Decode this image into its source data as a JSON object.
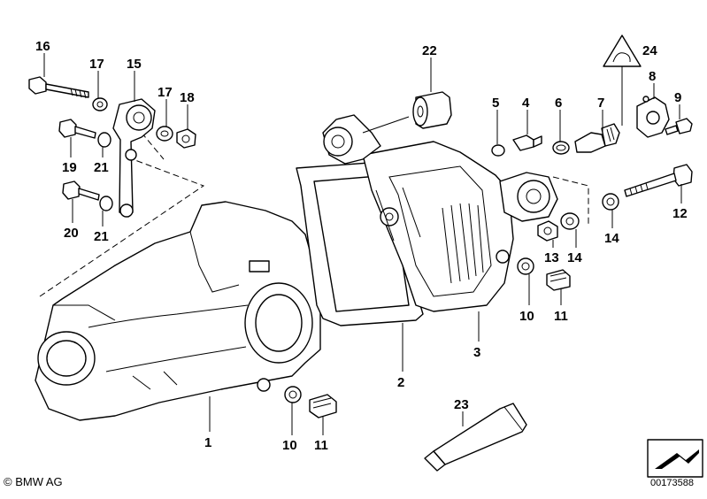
{
  "callouts": [
    "1",
    "2",
    "3",
    "4",
    "5",
    "6",
    "7",
    "8",
    "9",
    "10",
    "10",
    "11",
    "11",
    "12",
    "13",
    "14",
    "14",
    "15",
    "16",
    "17",
    "17",
    "18",
    "19",
    "20",
    "21",
    "21",
    "22",
    "23",
    "24"
  ],
  "copyright": "© BMW AG",
  "diagram_id": "00173588"
}
